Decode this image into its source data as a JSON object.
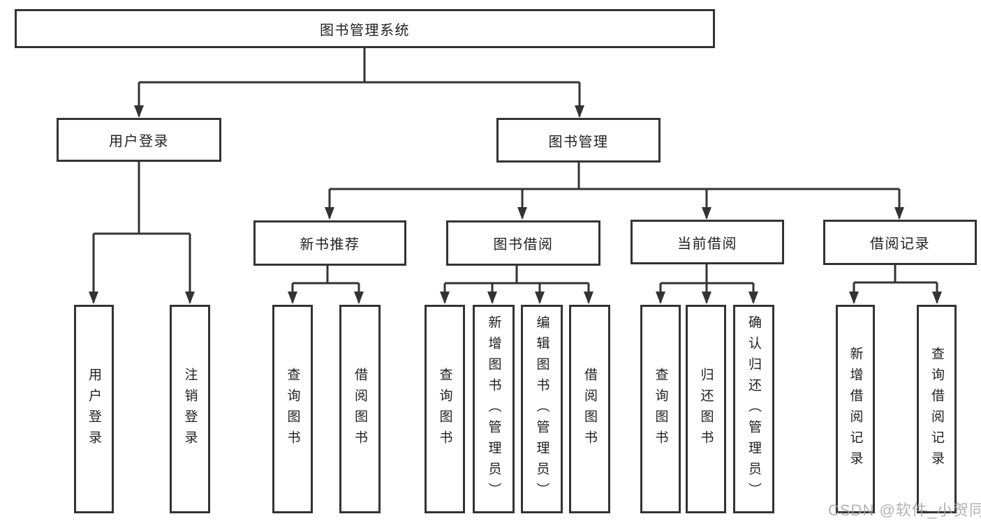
{
  "diagram": {
    "title": "图书管理系统",
    "nodes": {
      "root": {
        "label": "图书管理系统"
      },
      "level2": [
        {
          "label": "用户登录"
        },
        {
          "label": "图书管理"
        }
      ],
      "level3": [
        {
          "label": "新书推荐"
        },
        {
          "label": "图书借阅"
        },
        {
          "label": "当前借阅"
        },
        {
          "label": "借阅记录"
        }
      ],
      "leaves": [
        {
          "label": "用户登录"
        },
        {
          "label": "注销登录"
        },
        {
          "label": "查询图书"
        },
        {
          "label": "借阅图书"
        },
        {
          "label": "查询图书"
        },
        {
          "label": "新增图书（管理员）"
        },
        {
          "label": "编辑图书（管理员）"
        },
        {
          "label": "借阅图书"
        },
        {
          "label": "查询图书"
        },
        {
          "label": "归还图书"
        },
        {
          "label": "确认归还（管理员）"
        },
        {
          "label": "新增借阅记录"
        },
        {
          "label": "查询借阅记录"
        }
      ]
    },
    "hierarchy": {
      "图书管理系统": [
        "用户登录",
        "图书管理"
      ],
      "用户登录": [
        "用户登录",
        "注销登录"
      ],
      "图书管理": [
        "新书推荐",
        "图书借阅",
        "当前借阅",
        "借阅记录"
      ],
      "新书推荐": [
        "查询图书",
        "借阅图书"
      ],
      "图书借阅": [
        "查询图书",
        "新增图书（管理员）",
        "编辑图书（管理员）",
        "借阅图书"
      ],
      "当前借阅": [
        "查询图书",
        "归还图书",
        "确认归还（管理员）"
      ],
      "借阅记录": [
        "新增借阅记录",
        "查询借阅记录"
      ]
    },
    "watermark": "CSDN @软件_小贺同学",
    "colors": {
      "line": "#333333",
      "text": "#1f1f1f",
      "box_background": "#ffffff",
      "page_background": "#ffffff",
      "watermark": "#a4a4a4"
    }
  }
}
